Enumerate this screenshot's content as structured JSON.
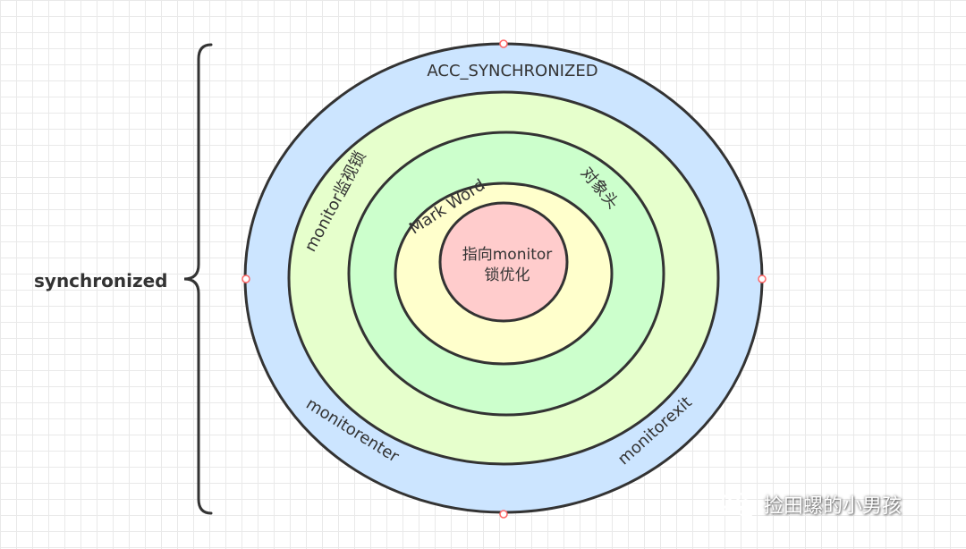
{
  "bracket": {
    "label": "synchronized"
  },
  "rings": {
    "outer": {
      "label": "ACC_SYNCHRONIZED",
      "color": "#cce5ff"
    },
    "ring2": {
      "label": "monitor监视锁",
      "color": "#e6ffcc"
    },
    "ring3": {
      "label": "对象头",
      "color": "#ccffcc"
    },
    "ring4": {
      "label": "Mark Word",
      "color": "#ffffcc"
    },
    "core": {
      "line1": "指向monitor",
      "line2": "锁优化",
      "color": "#ffcccc"
    }
  },
  "bottom_labels": {
    "left": "monitorenter",
    "right": "monitorexit"
  },
  "watermark": {
    "text": "捡田螺的小男孩"
  },
  "colors": {
    "stroke": "#333333",
    "handle": "#ff6666"
  }
}
